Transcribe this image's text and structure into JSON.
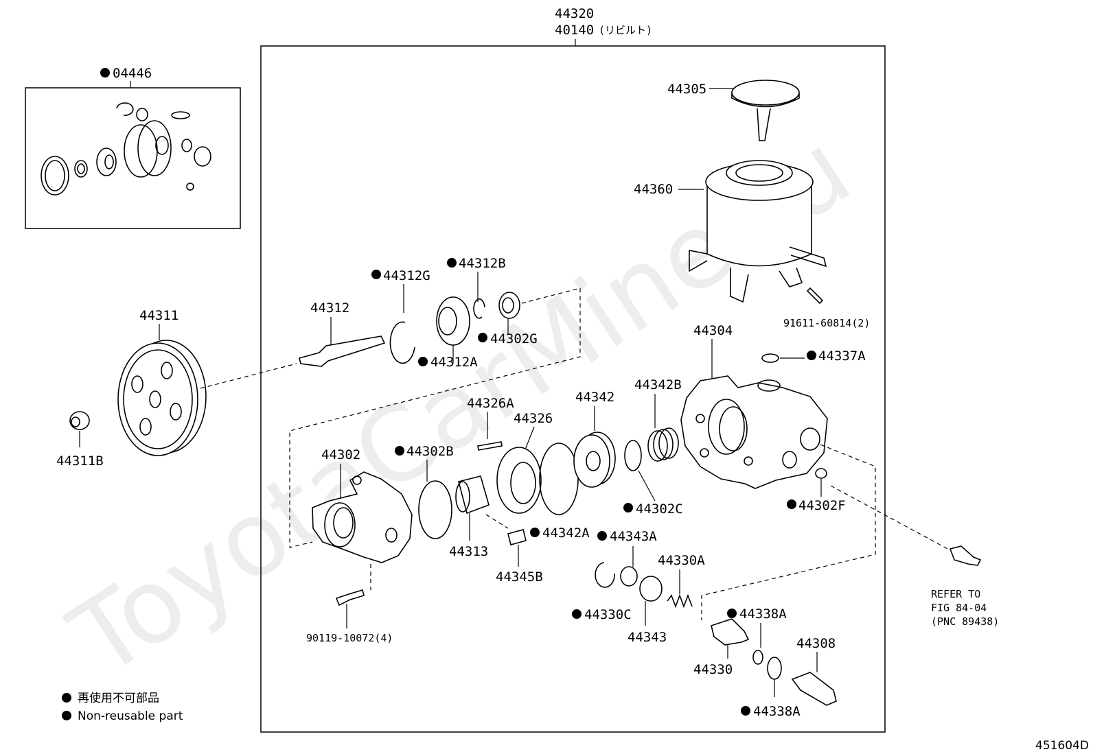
{
  "watermark": "ToyotaCarMine.ru",
  "assembly": {
    "part": "44320",
    "rebuilt_part": "40140",
    "rebuilt_note": "(リビルト)"
  },
  "kit": {
    "part": "04446"
  },
  "parts": {
    "p44305": "44305",
    "p44360": "44360",
    "p91611": "91611-60814(2)",
    "p44304": "44304",
    "p44337A": "44337A",
    "p44311": "44311",
    "p44311B": "44311B",
    "p44312": "44312",
    "p44312G": "44312G",
    "p44312B": "44312B",
    "p44302G": "44302G",
    "p44312A": "44312A",
    "p44326A": "44326A",
    "p44326": "44326",
    "p44342": "44342",
    "p44342B": "44342B",
    "p44302": "44302",
    "p44302B": "44302B",
    "p44302C": "44302C",
    "p44302F": "44302F",
    "p44313": "44313",
    "p44342A": "44342A",
    "p44345B": "44345B",
    "p44343A": "44343A",
    "p44330A": "44330A",
    "p44330C": "44330C",
    "p44343": "44343",
    "p44338A_1": "44338A",
    "p44338A_2": "44338A",
    "p44330": "44330",
    "p44308": "44308",
    "p90119": "90119-10072(4)"
  },
  "refer": {
    "line1": "REFER TO",
    "line2": "FIG 84-04",
    "line3": "(PNC 89438)"
  },
  "legend": {
    "jp": "再使用不可部品",
    "en": "Non-reusable part"
  },
  "figure_id": "451604D"
}
